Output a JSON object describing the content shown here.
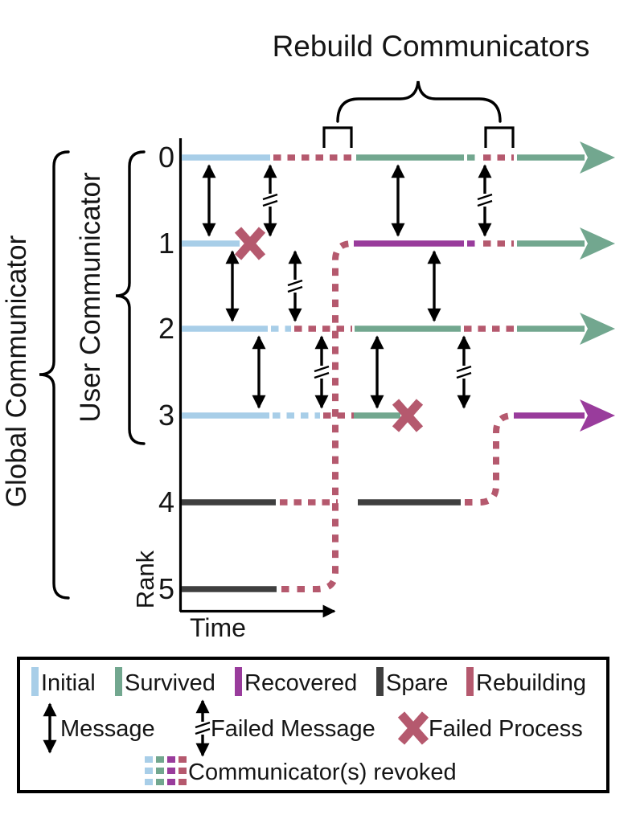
{
  "title": "Rebuild Communicators",
  "colors": {
    "initial": "#a8cee8",
    "survived": "#72a78f",
    "recovered": "#993c9c",
    "spare": "#3f3f3f",
    "rebuilding": "#b5596e",
    "ink": "#000000"
  },
  "diagram": {
    "group_global": "Global Communicator",
    "group_user": "User Communicator",
    "y_axis_label": "Rank",
    "x_axis_label": "Time",
    "rank_labels": [
      "0",
      "1",
      "2",
      "3",
      "4",
      "5"
    ]
  },
  "legend": {
    "states": [
      {
        "name": "initial",
        "label": "Initial"
      },
      {
        "name": "survived",
        "label": "Survived"
      },
      {
        "name": "recovered",
        "label": "Recovered"
      },
      {
        "name": "spare",
        "label": "Spare"
      },
      {
        "name": "rebuilding",
        "label": "Rebuilding"
      }
    ],
    "message_label": "Message",
    "failed_message_label": "Failed Message",
    "failed_process_label": "Failed Process",
    "revoked_label": "Communicator(s) revoked"
  }
}
